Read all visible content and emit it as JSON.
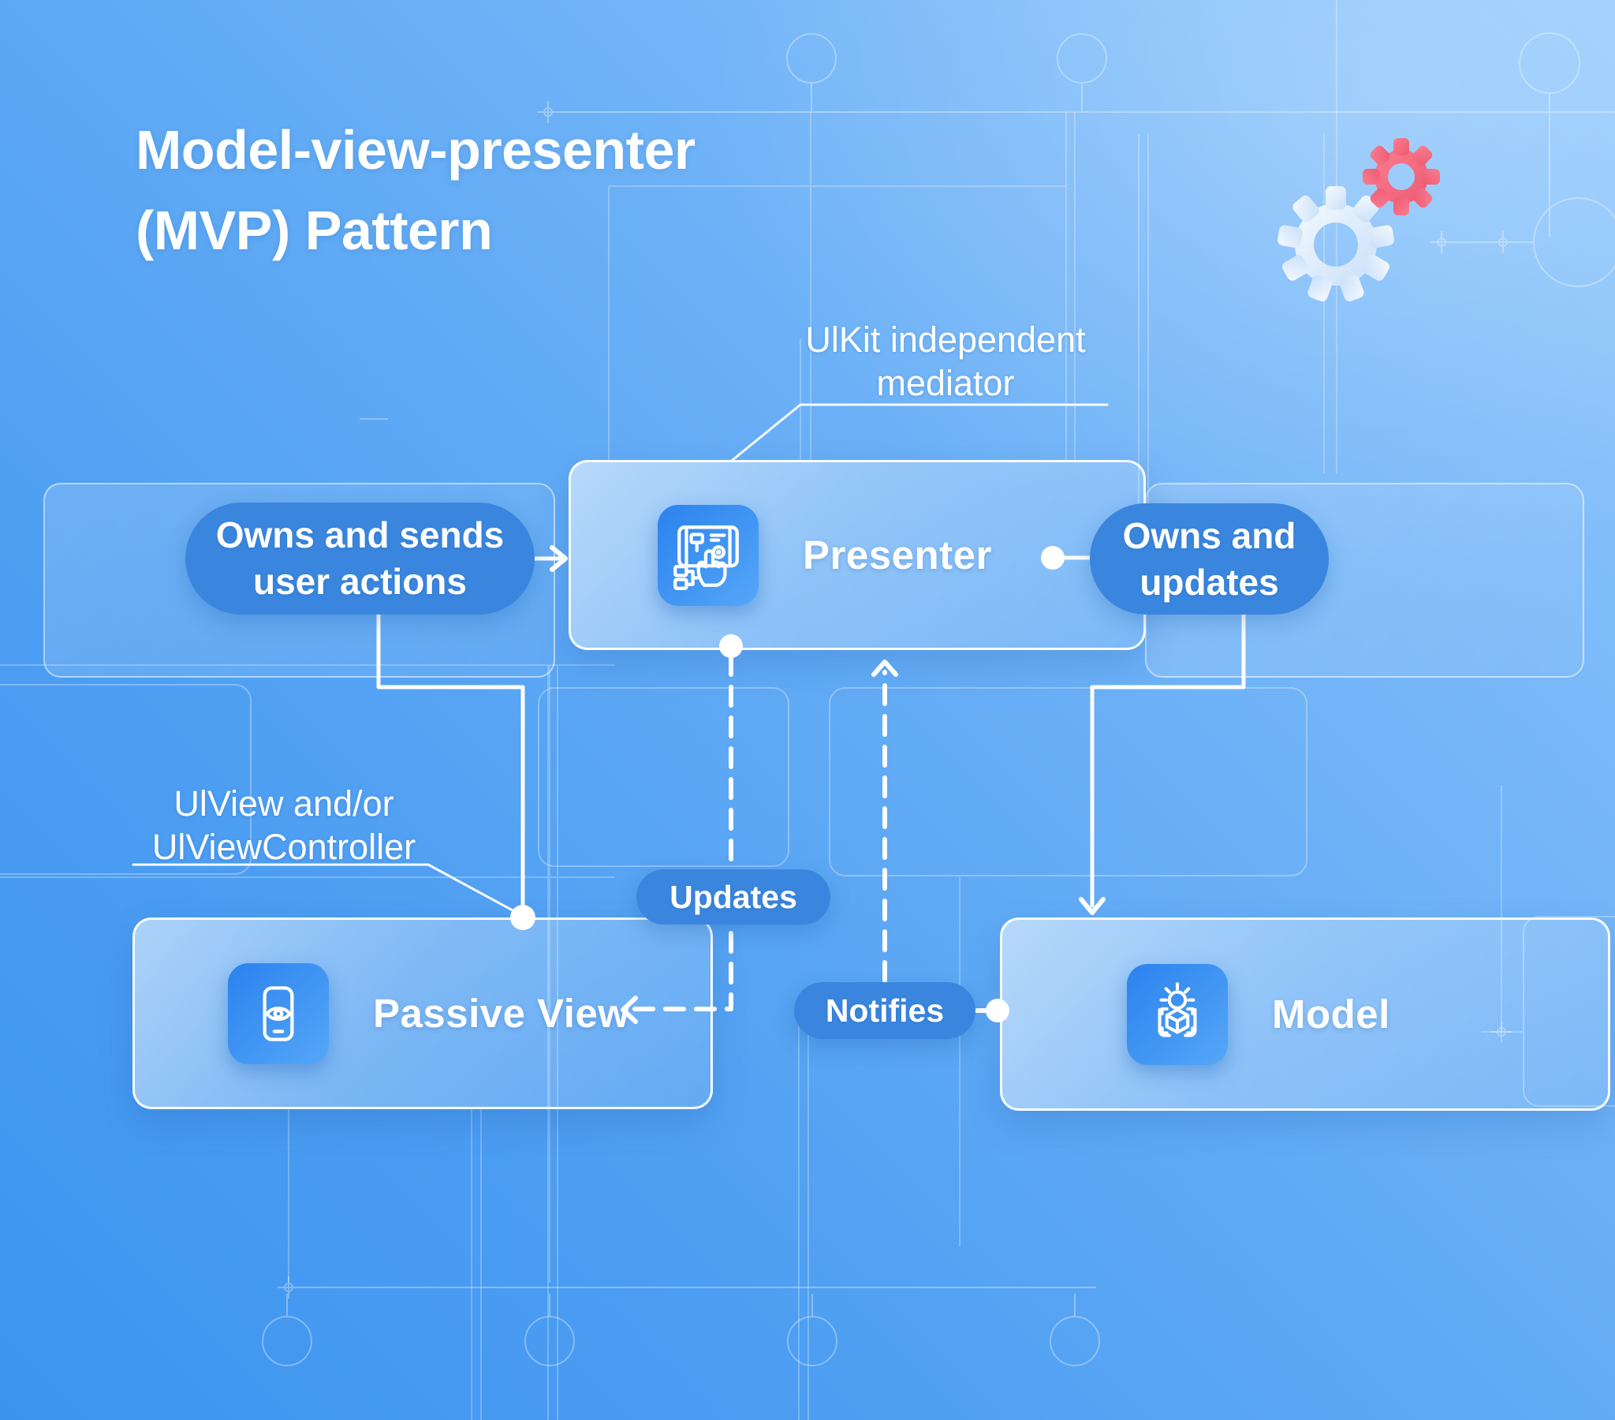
{
  "title": {
    "line1": "Model-view-presenter",
    "line2": "(MVP) Pattern"
  },
  "nodes": {
    "presenter": {
      "label": "Presenter",
      "icon": "tablet-touch-icon"
    },
    "passive_view": {
      "label": "Passive View",
      "icon": "phone-eye-icon"
    },
    "model": {
      "label": "Model",
      "icon": "gear-cube-icon"
    }
  },
  "relations": {
    "owns_sends": {
      "line1": "Owns and sends",
      "line2": "user actions"
    },
    "owns_updates": {
      "line1": "Owns and",
      "line2": "updates"
    },
    "updates": "Updates",
    "notifies": "Notifies"
  },
  "annotations": {
    "presenter_note": {
      "line1": "UlKit independent",
      "line2": "mediator"
    },
    "view_note": {
      "line1": "UlView and/or",
      "line2": "UlViewController"
    }
  },
  "decor_icons": [
    "gear-icon-pink",
    "gear-icon-white",
    "blueprint-circles",
    "crosshair-markers"
  ],
  "colors": {
    "background_top_right": "#95CBFC",
    "background_bottom_left": "#3D94EF",
    "pill_blue": "#3A86DE",
    "icon_tile_start": "#2B82EE",
    "icon_tile_end": "#55A7F7",
    "gear_pink": "#F4697F",
    "gear_white": "#EAF3FD",
    "connector_white": "#FFFFFF"
  }
}
